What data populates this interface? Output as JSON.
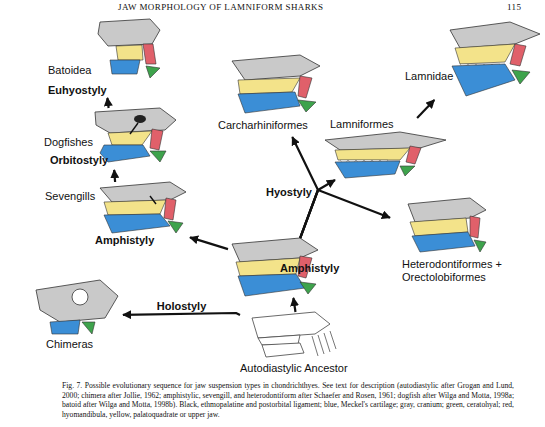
{
  "diagram": {
    "title": "JAW MORPHOLOGY OF LAMNIFORM SHARKS",
    "caption": "Fig. 7.  Possible evolutionary sequence for jaw suspension types in chondrichthyes. See text for description (autodiastylic after Grogan and Lund, 2000; chimera after Jollie, 1962; amphistylic, sevengill, and heterodontiform after Schaefer and Rosen, 1961; dogfish after Wilga and Motta, 1998a; batoid after Wilga and Motta, 1998b). Black, ethmopalatine and postorbital ligament; blue, Meckel's cartilage; gray, cranium; green, ceratohyal; red, hyomandibula, yellow, palatoquadrate or upper jaw.",
    "nodes": [
      {
        "text": [
          "Batoidea",
          "Euhyostyly"
        ]
      },
      {
        "text": [
          "Dogfishes",
          "Orbitostyly"
        ]
      },
      {
        "text": [
          "Sevengills",
          "Amphistyly"
        ]
      },
      {
        "text": [
          "Carcharhiniformes"
        ]
      },
      {
        "text": [
          "Lamniformes"
        ]
      },
      {
        "text": [
          "Lamnidae"
        ]
      },
      {
        "text": [
          "Heterodontiformes + Orectolobiformes"
        ]
      },
      {
        "text": [
          "Amphistyly"
        ]
      },
      {
        "text": [
          "Chimeras"
        ]
      },
      {
        "text": [
          "Autodiastylic Ancestor"
        ]
      }
    ],
    "edges": [
      {
        "from": 9,
        "to": 7,
        "arrow": "to"
      },
      {
        "from": 9,
        "to": 8,
        "label": "Holostyly",
        "arrow": "to"
      },
      {
        "from": 7,
        "to": 2,
        "arrow": "to"
      },
      {
        "from": 2,
        "to": 1,
        "arrow": "to"
      },
      {
        "from": 1,
        "to": 0,
        "arrow": "to"
      },
      {
        "from": 7,
        "to": 3,
        "arrow": "to"
      },
      {
        "from": 7,
        "to": 4,
        "arrow": "to"
      },
      {
        "from": 7,
        "to": 6,
        "arrow": "to"
      },
      {
        "from": 4,
        "to": 5,
        "arrow": "to"
      }
    ],
    "labels": [
      "115",
      "Hyostyly"
    ]
  }
}
